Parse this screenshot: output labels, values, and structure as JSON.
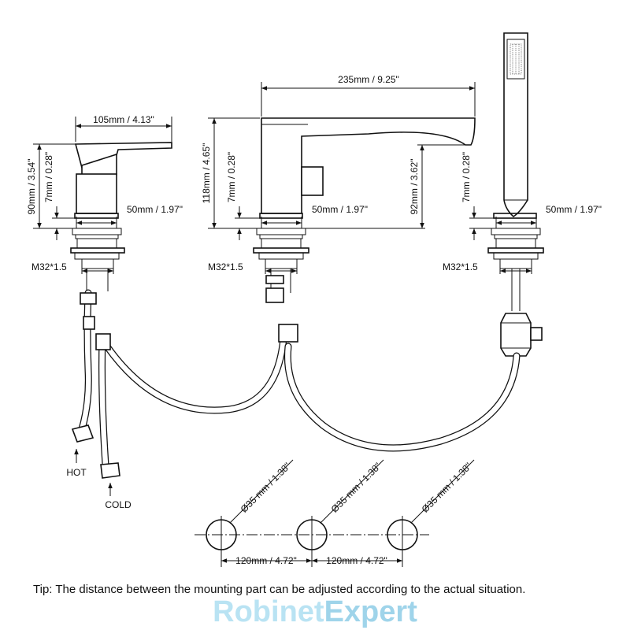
{
  "dimensions": {
    "basin_width": "105mm / 4.13\"",
    "basin_height": "90mm / 3.54\"",
    "basin_gap": "7mm / 0.28\"",
    "basin_base": "50mm / 1.97\"",
    "basin_thread": "M32*1.5",
    "spout_length": "235mm / 9.25\"",
    "spout_height": "118mm / 4.65\"",
    "spout_gap": "7mm / 0.28\"",
    "spout_base": "50mm / 1.97\"",
    "spout_outlet_height": "92mm / 3.62\"",
    "spout_thread": "M32*1.5",
    "shower_gap": "7mm / 0.28\"",
    "shower_base": "50mm / 1.97\"",
    "shower_thread": "M32*1.5",
    "hole_1": "Ø35 mm / 1.38\"",
    "hole_2": "Ø35 mm / 1.38\"",
    "hole_3": "Ø35 mm / 1.38\"",
    "spacing_1": "120mm / 4.72\"",
    "spacing_2": "120mm / 4.72\""
  },
  "labels": {
    "hot": "HOT",
    "cold": "COLD"
  },
  "tip": "Tip:  The distance between the mounting part can be adjusted according to the actual situation.",
  "logo": {
    "part1": "Robinet",
    "part2": "Expert",
    "color1": "#b9e3f3",
    "color2": "#9fd4ea"
  }
}
